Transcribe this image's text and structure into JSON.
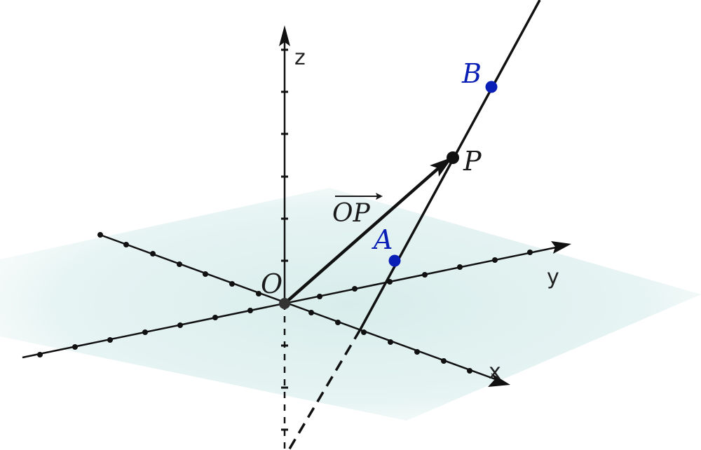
{
  "axes": {
    "x": "x",
    "y": "y",
    "z": "z"
  },
  "points": {
    "origin": {
      "label": "O"
    },
    "A": {
      "label": "A"
    },
    "B": {
      "label": "B"
    },
    "P": {
      "label": "P"
    }
  },
  "vector": {
    "label": "OP"
  },
  "colors": {
    "plane": "#dcefee",
    "blue_points": "#0a1fb5",
    "black": "#111111"
  }
}
